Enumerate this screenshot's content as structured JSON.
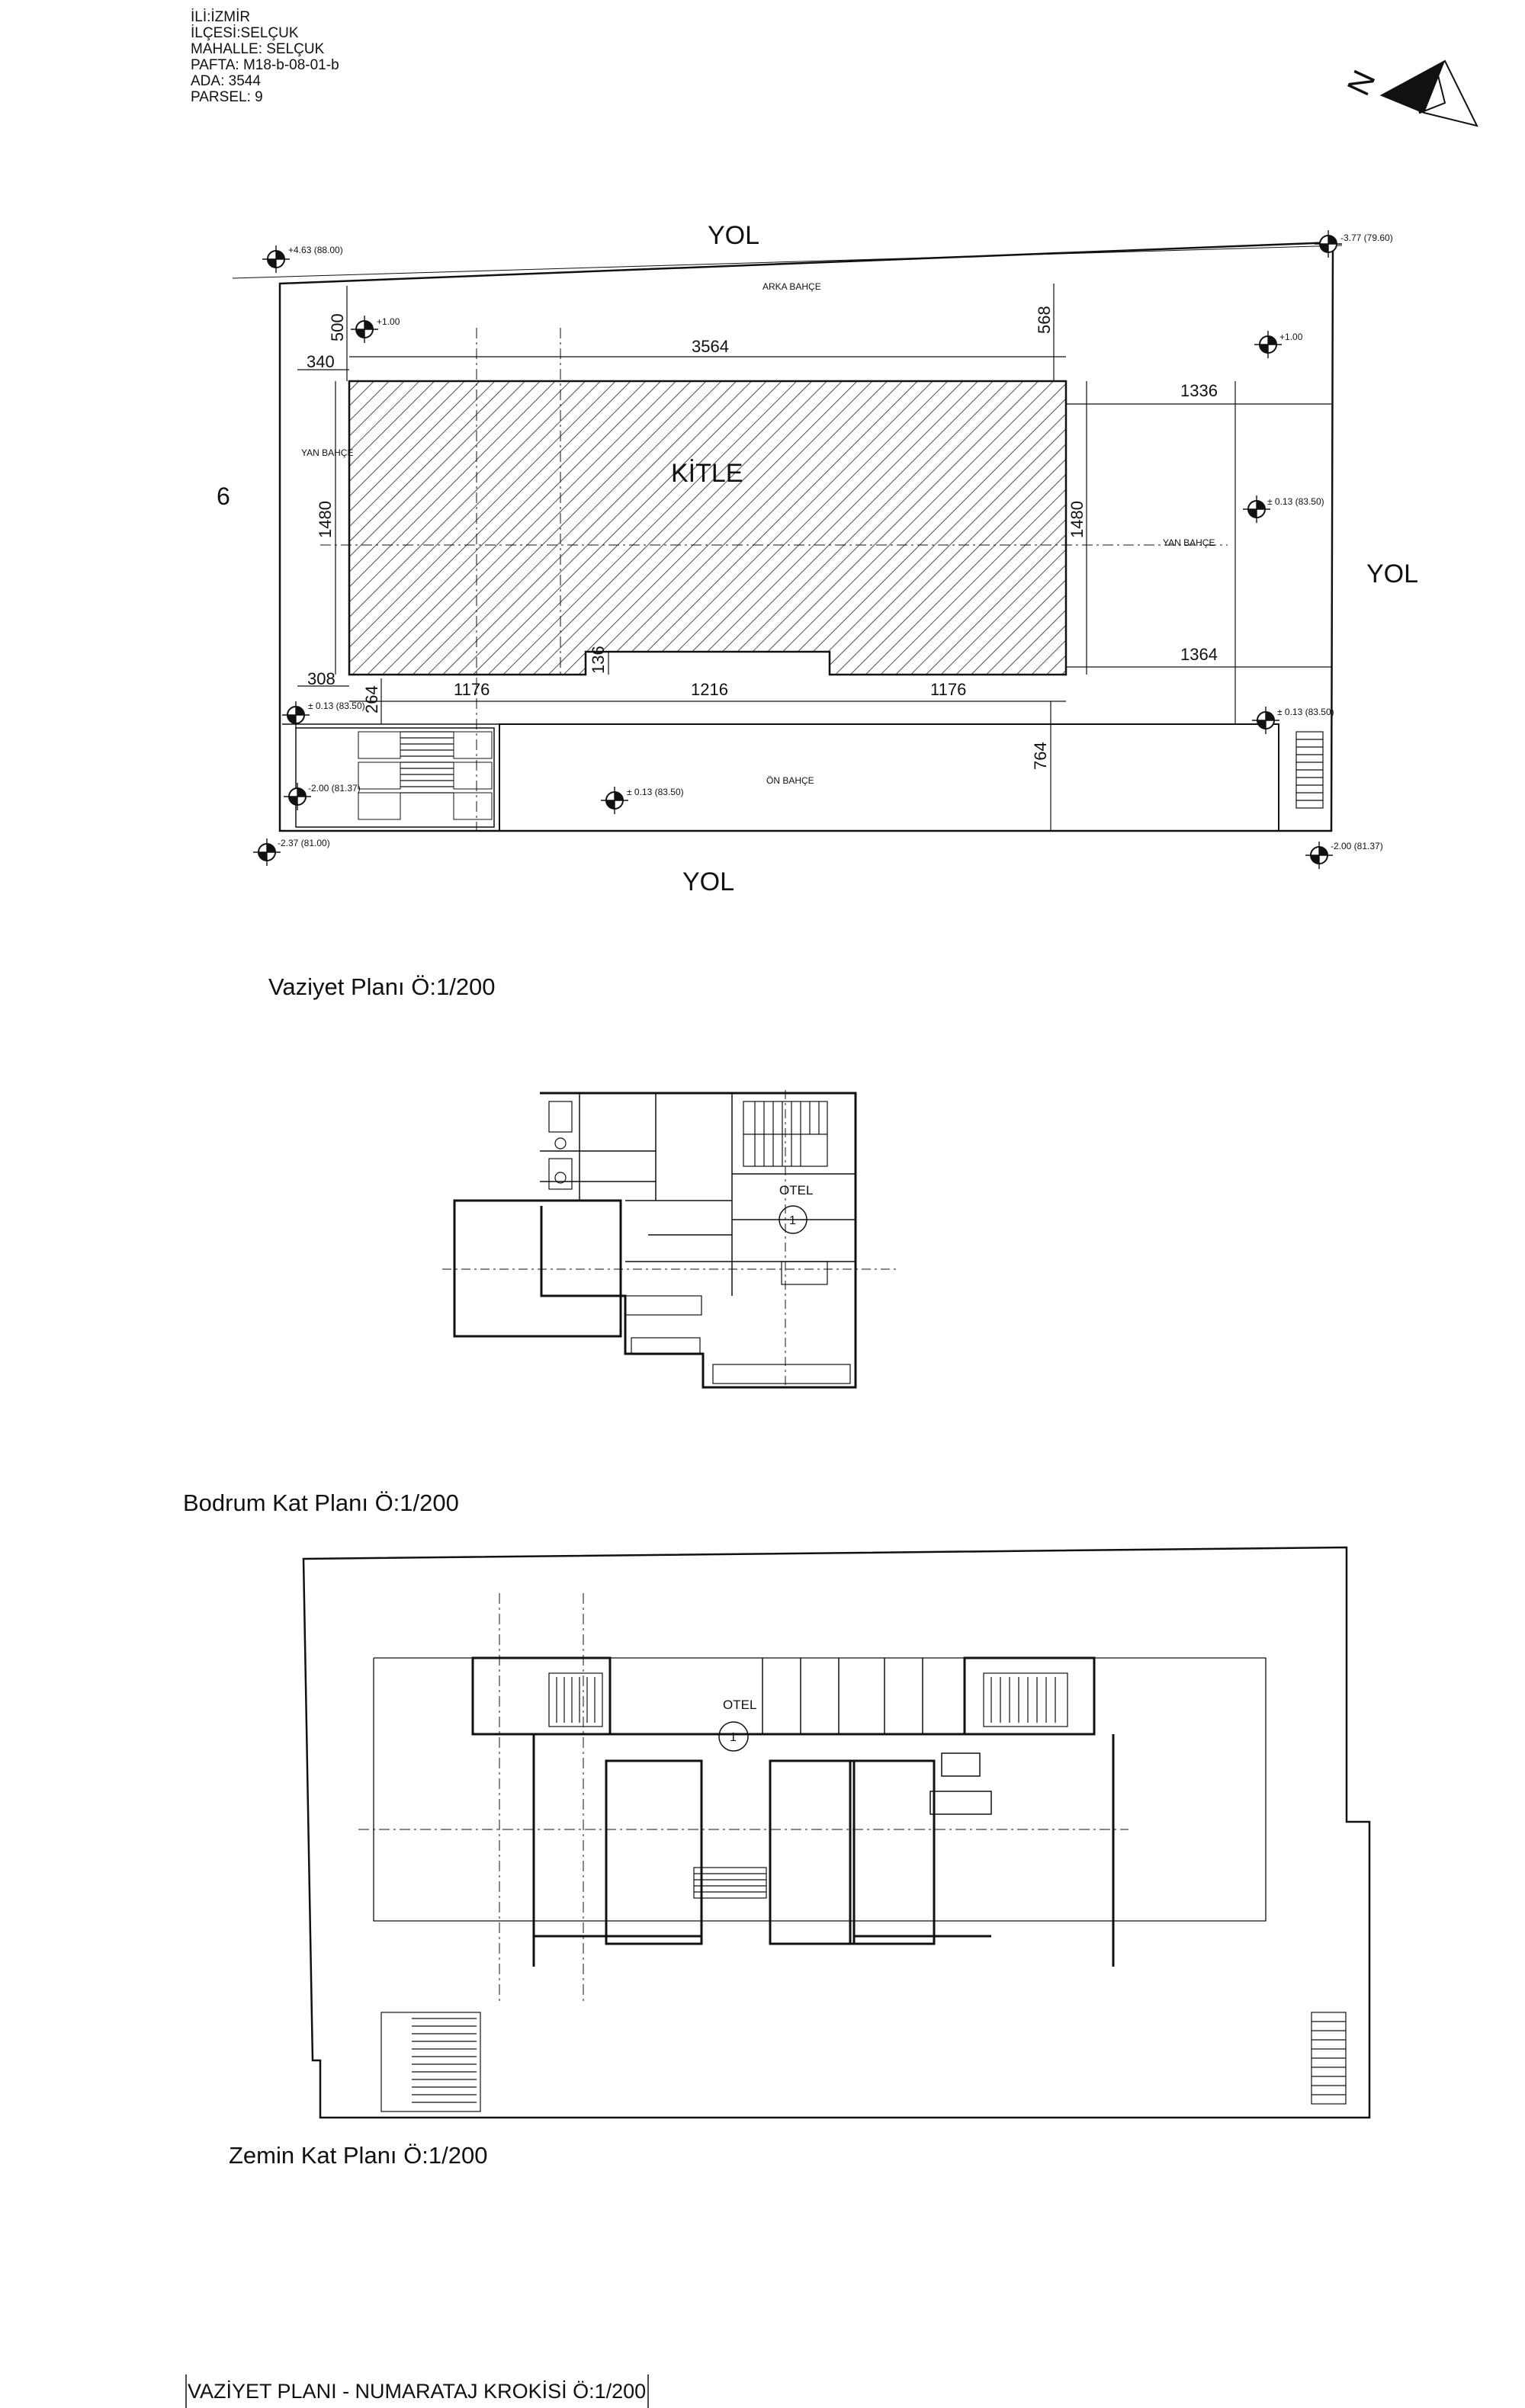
{
  "header": {
    "il": "İLİ:İZMİR",
    "ilce": "İLÇESİ:SELÇUK",
    "mahalle": "MAHALLE: SELÇUK",
    "pafta": "PAFTA:  M18-b-08-01-b",
    "ada": "ADA:  3544",
    "parsel": "PARSEL: 9"
  },
  "north_label": "N",
  "site": {
    "road_top": "YOL",
    "road_right": "YOL",
    "road_bottom": "YOL",
    "parcel_neighbor": "6",
    "mass_label": "KİTLE",
    "back_garden": "ARKA BAHÇE",
    "side_garden_left": "YAN BAHÇE",
    "side_garden_right": "YAN BAHÇE",
    "front_garden": "ÖN BAHÇE",
    "dims": {
      "d500": "500",
      "d340": "340",
      "d3564": "3564",
      "d568": "568",
      "d1336": "1336",
      "d1480a": "1480",
      "d1480b": "1480",
      "d1364": "1364",
      "d308": "308",
      "d136": "136",
      "d264": "264",
      "d1176a": "1176",
      "d1216": "1216",
      "d1176b": "1176",
      "d764": "764"
    },
    "levels": {
      "l1": "+4.63 (88.00)",
      "l2": "-3.77 (79.60)",
      "l3": "+1.00",
      "l4": "+1.00",
      "l5": "± 0.13 (83.50)",
      "l6": "± 0.13 (83.50)",
      "l7": "± 0.13 (83.50)",
      "l8": "± 0.13 (83.50)",
      "l9": "-2.00  (81.37)",
      "l10": "-2.37 (81.00)",
      "l11": "-2.00  (81.37)"
    }
  },
  "basement": {
    "label": "OTEL",
    "number": "1"
  },
  "ground": {
    "label": "OTEL",
    "number": "1"
  },
  "titles": {
    "site_plan": "Vaziyet Planı Ö:1/200",
    "basement_plan": "Bodrum Kat  Planı Ö:1/200",
    "ground_plan": "Zemin Kat  Planı Ö:1/200",
    "footer": "VAZİYET PLANI - NUMARATAJ KROKİSİ Ö:1/200"
  }
}
